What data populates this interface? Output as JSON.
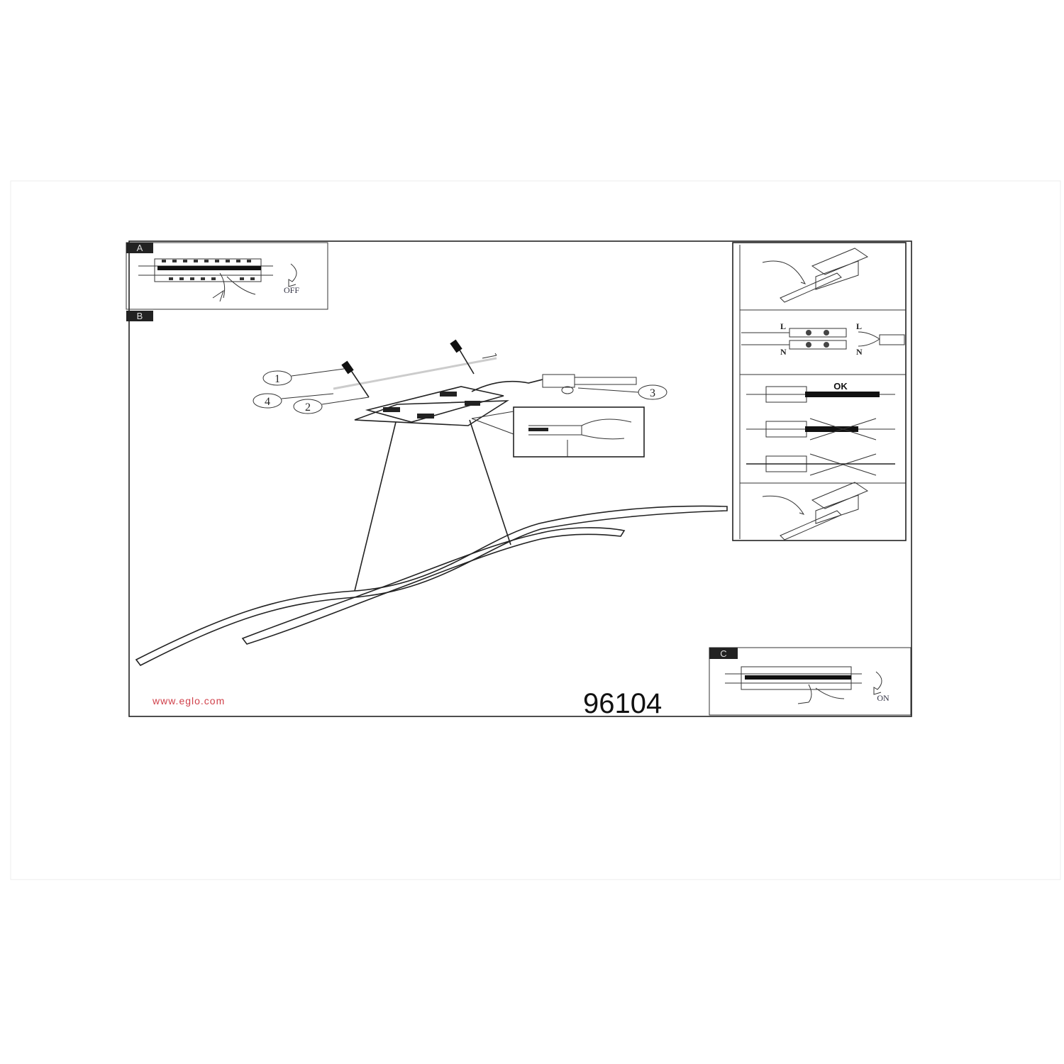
{
  "panel_a": {
    "label": "A",
    "action": "OFF"
  },
  "panel_b": {
    "label": "B",
    "callouts": [
      "1",
      "2",
      "3",
      "4"
    ]
  },
  "panel_c": {
    "label": "C",
    "action": "ON"
  },
  "wiring": {
    "live_left": "L",
    "neutral_left": "N",
    "live_right": "L",
    "neutral_right": "N",
    "ok_label": "OK"
  },
  "footer": {
    "website": "www.eglo.com",
    "model_number": "96104"
  },
  "colors": {
    "website": "#d0404a",
    "ink": "#222222"
  }
}
